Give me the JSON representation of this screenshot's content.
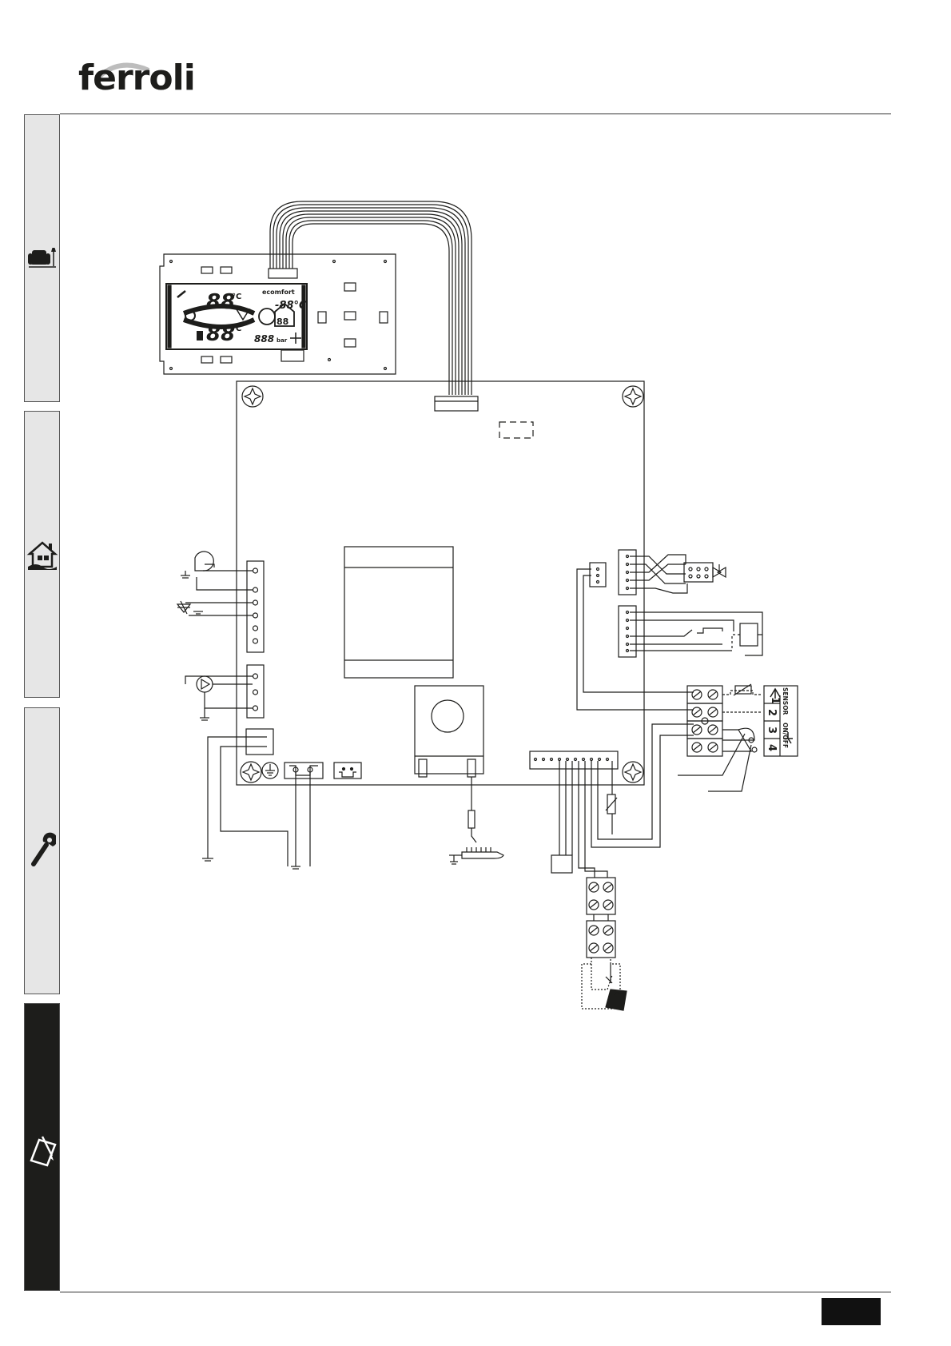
{
  "brand": {
    "name": "ferroli"
  },
  "sidebar": {
    "tabs": [
      {
        "icon": "armchair-lamp-icon",
        "active": false
      },
      {
        "icon": "house-installation-icon",
        "active": false
      },
      {
        "icon": "wrench-icon",
        "active": false
      },
      {
        "icon": "clipboard-pen-icon",
        "active": true
      }
    ]
  },
  "display_panel": {
    "lcd_heating_temp": "88",
    "lcd_heating_unit": "°C",
    "lcd_dhw_temp": "88",
    "lcd_dhw_unit": "°C",
    "lcd_outdoor_temp": "-88°C",
    "lcd_eco_label": "ecomfort",
    "lcd_pressure_value": "888",
    "lcd_pressure_unit": "bar",
    "lcd_small_digits": "88"
  },
  "terminal_block": {
    "terminals": [
      "1",
      "2",
      "3",
      "4"
    ],
    "label_sensor": "SENSOR",
    "label_onoff": "ON/OFF"
  },
  "colors": {
    "line": "#1d1d1b",
    "tab_bg": "#e6e6e6",
    "tab_active": "#1d1d1b"
  }
}
